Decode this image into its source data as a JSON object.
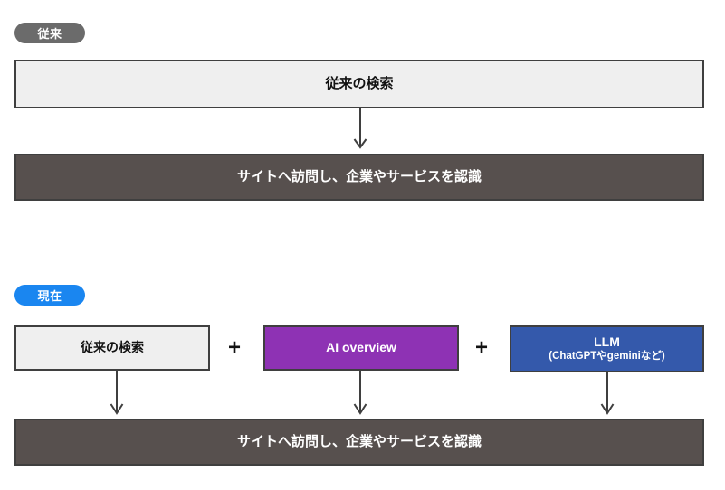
{
  "diagram": {
    "sections": [
      {
        "badge": "従来",
        "boxes": [
          {
            "label": "従来の検索",
            "style": "light"
          },
          {
            "label": "サイトへ訪問し、企業やサービスを認識",
            "style": "dark"
          }
        ]
      },
      {
        "badge": "現在",
        "row": [
          {
            "label": "従来の検索",
            "style": "light"
          },
          {
            "label": "AI overview",
            "style": "purple"
          },
          {
            "label": "LLM",
            "sub": "(ChatGPTやgeminiなど)",
            "style": "blue"
          }
        ],
        "operators": [
          "+",
          "+"
        ],
        "result": {
          "label": "サイトへ訪問し、企業やサービスを認識",
          "style": "dark"
        }
      }
    ]
  },
  "colors": {
    "badge_legacy": "#6b6b6b",
    "badge_current": "#1a86f0",
    "box_light": "#efefef",
    "box_dark": "#57504e",
    "box_purple": "#8e32b4",
    "box_blue": "#3459ab",
    "border": "#3f3f3f",
    "arrow": "#3f3f3f"
  },
  "icons": {
    "arrow_down": "arrow-down-icon",
    "plus": "plus-icon"
  }
}
